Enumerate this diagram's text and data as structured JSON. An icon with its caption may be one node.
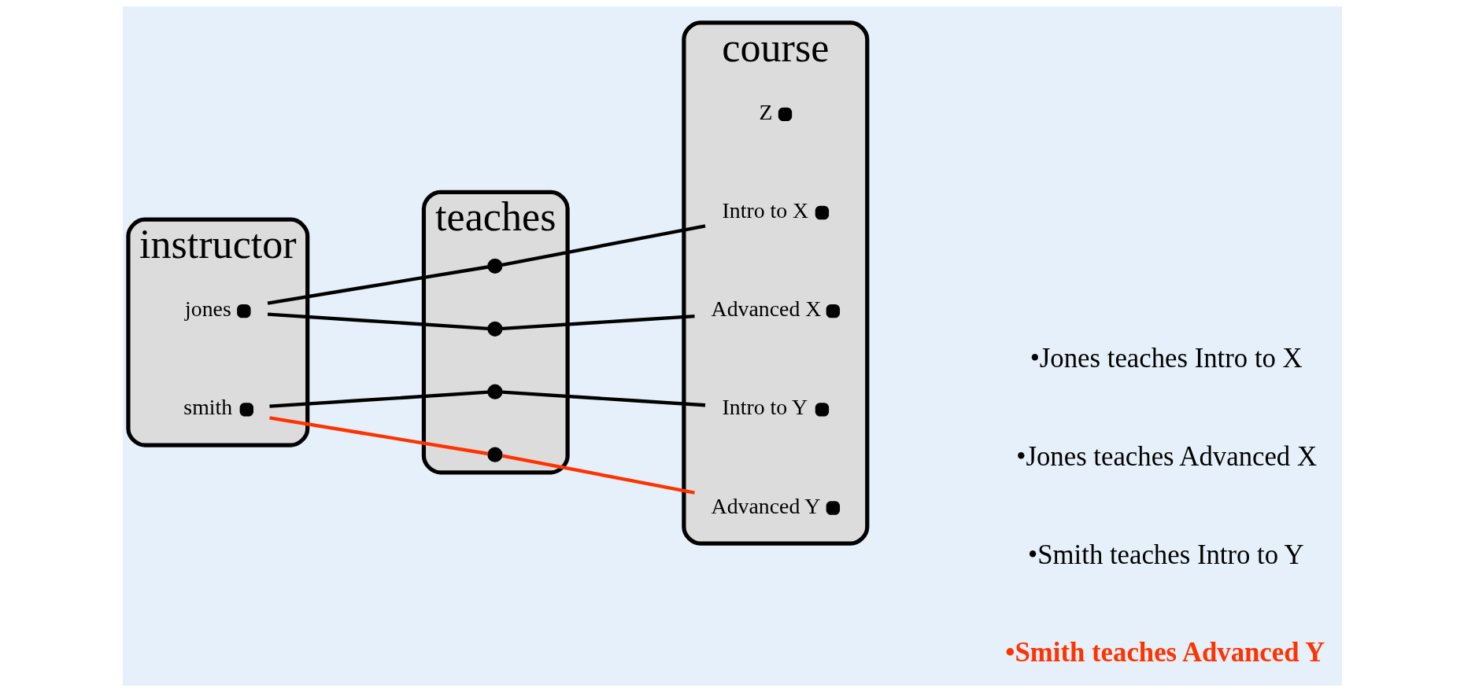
{
  "diagram": {
    "nodes": [
      {
        "text": [
          "instructor"
        ]
      },
      {
        "text": [
          "jones"
        ],
        "in": 0
      },
      {
        "text": [
          "smith"
        ],
        "in": 0
      },
      {
        "text": [
          "teaches"
        ]
      },
      {
        "text": [],
        "shape": "circle",
        "in": 3
      },
      {
        "text": [],
        "shape": "circle",
        "in": 3
      },
      {
        "text": [],
        "shape": "circle",
        "in": 3
      },
      {
        "text": [],
        "shape": "circle",
        "in": 3
      },
      {
        "text": [
          "course"
        ]
      },
      {
        "text": [
          "Z"
        ],
        "in": 8
      },
      {
        "text": [
          "Intro to X"
        ],
        "in": 8
      },
      {
        "text": [
          "Intro to Y"
        ],
        "in": 8
      },
      {
        "text": [
          "Advanced X"
        ],
        "in": 8
      },
      {
        "text": [
          "Advanced Y"
        ],
        "in": 8
      }
    ],
    "edges": [
      {
        "from": 1,
        "to": 4,
        "arrow": "none"
      },
      {
        "from": 4,
        "to": 10,
        "arrow": "none"
      },
      {
        "from": 1,
        "to": 5,
        "arrow": "none"
      },
      {
        "from": 5,
        "to": 12,
        "arrow": "none"
      },
      {
        "from": 2,
        "to": 6,
        "arrow": "none"
      },
      {
        "from": 6,
        "to": 11,
        "arrow": "none"
      },
      {
        "from": 2,
        "to": 7,
        "arrow": "none",
        "color": "#ff3300"
      },
      {
        "from": 7,
        "to": 13,
        "arrow": "none",
        "color": "#ff3300"
      }
    ],
    "labels": [
      "•Jones teaches Intro to X",
      "•Jones teaches Advanced X",
      "•Smith teaches Intro to Y",
      "•Smith teaches Advanced Y"
    ]
  }
}
